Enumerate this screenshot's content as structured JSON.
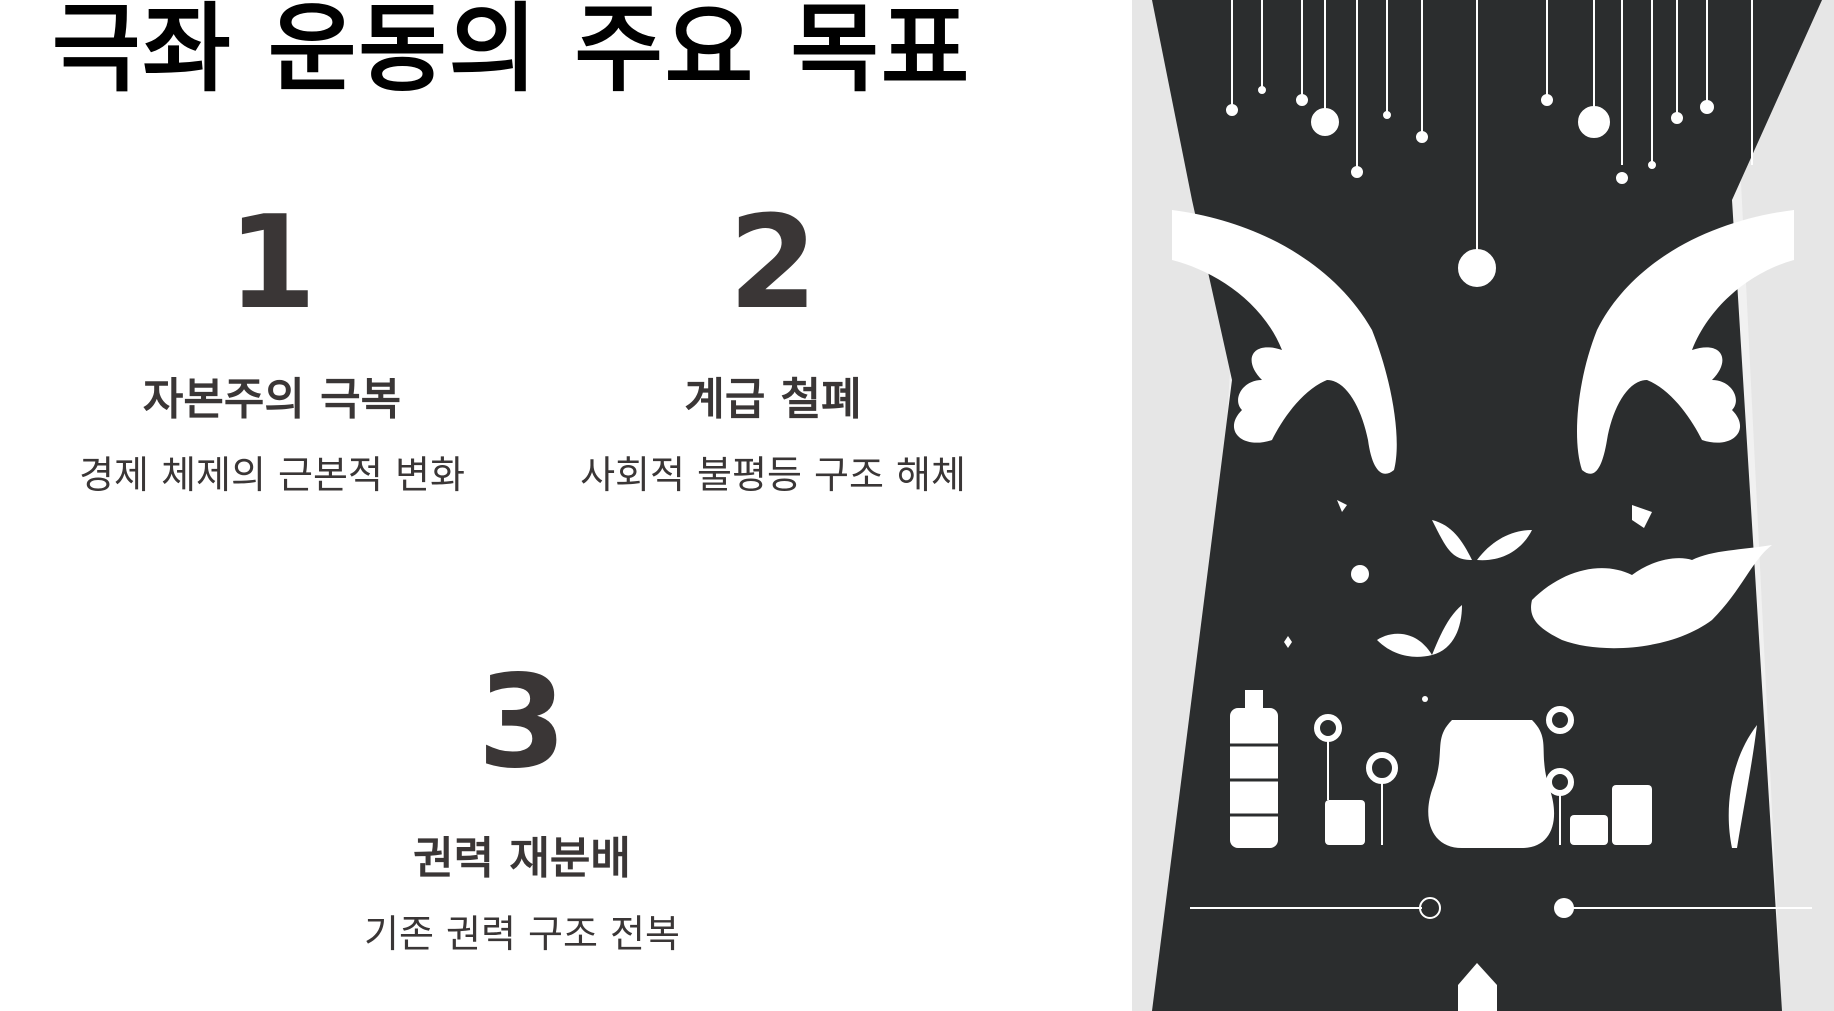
{
  "slide": {
    "title": "극좌 운동의 주요 목표",
    "goals": [
      {
        "number": "1",
        "heading": "자본주의 극복",
        "description": "경제 체제의 근본적 변화"
      },
      {
        "number": "2",
        "heading": "계급 철폐",
        "description": "사회적 불평등 구조 해체"
      },
      {
        "number": "3",
        "heading": "권력 재분배",
        "description": "기존 권력 구조 전복"
      }
    ]
  },
  "colors": {
    "text": "#3a3636",
    "title": "#000000",
    "illustration_dark": "#2b2d2e",
    "illustration_light": "#f4f4f4"
  }
}
